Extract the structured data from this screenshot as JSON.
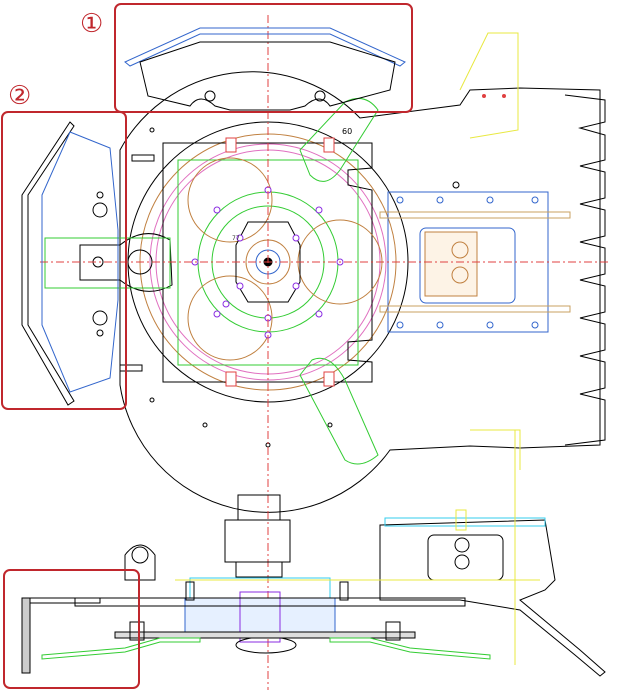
{
  "callouts": [
    {
      "label": "①"
    },
    {
      "label": "②"
    }
  ],
  "dimensions": {
    "d60": "60",
    "d77": "77"
  },
  "colors": {
    "callout_red": "#c0272d",
    "outline": "#000000",
    "green": "#33cc33",
    "yellow": "#e8e840",
    "brown": "#c08040",
    "blue": "#3366cc",
    "cyan": "#33ccee",
    "purple": "#8a2be2",
    "pink": "#e070c0",
    "centerline": "#e04040"
  }
}
